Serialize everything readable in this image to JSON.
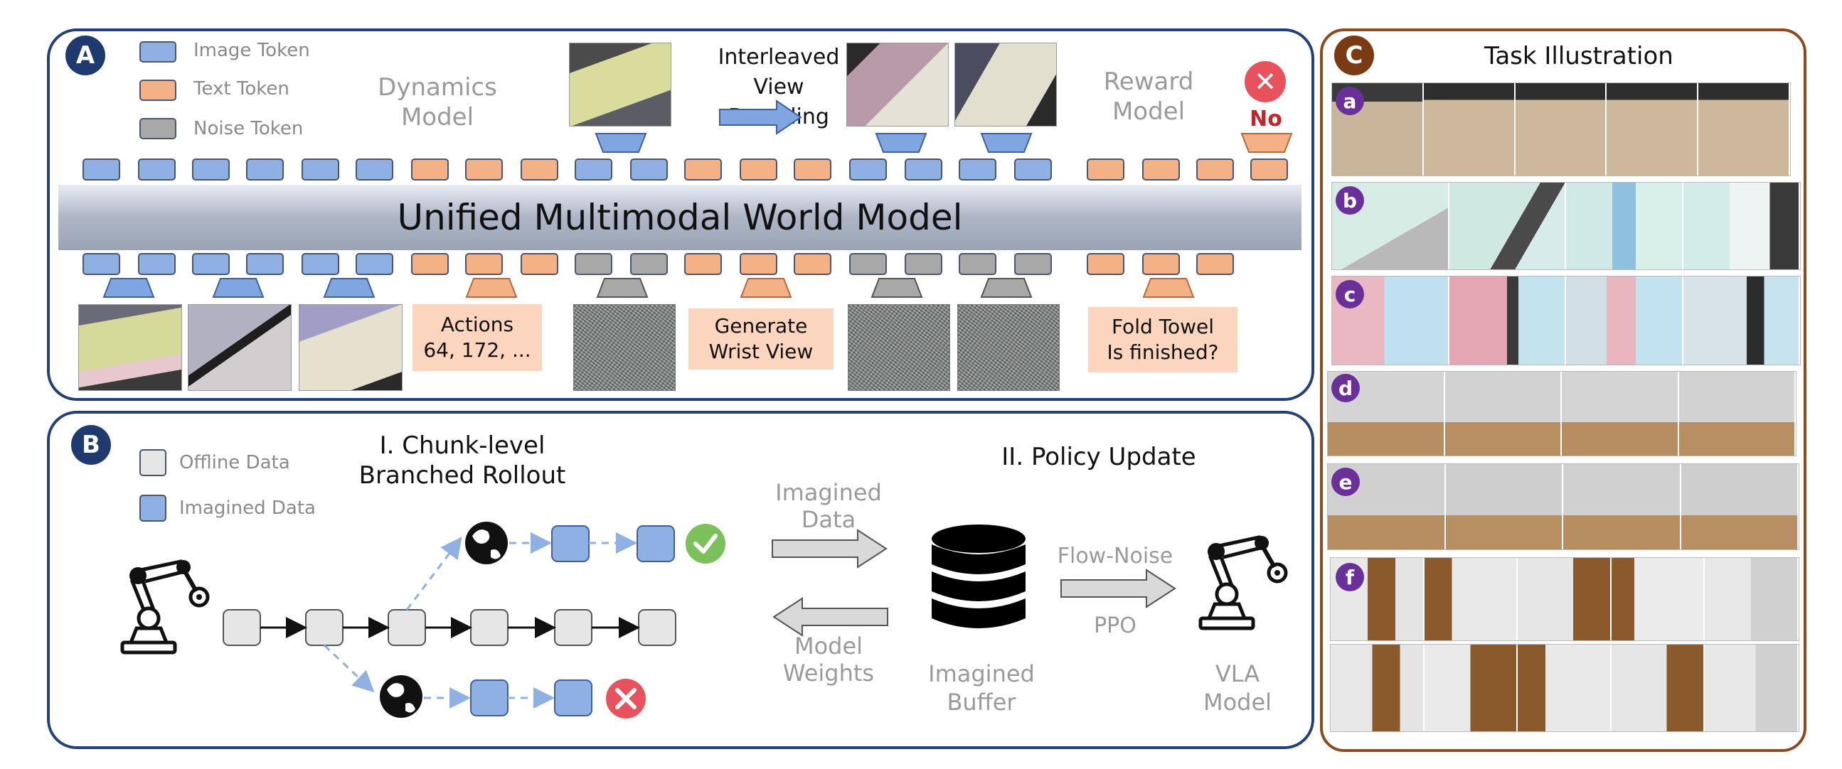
{
  "panel_a": {
    "badge": "A",
    "legend": [
      {
        "label": "Image Token",
        "color": "#8fb0e3"
      },
      {
        "label": "Text Token",
        "color": "#f5b186"
      },
      {
        "label": "Noise Token",
        "color": "#a8a8a8"
      }
    ],
    "dynamics_title": "Dynamics\nModel",
    "interleaved_title": "Interleaved\nView Decoding",
    "reward_title": "Reward\nModel",
    "reward_result": "No",
    "banner": "Unified Multimodal World Model",
    "actions_box": "Actions\n64, 172, ...",
    "wrist_box": "Generate\nWrist View",
    "fold_box": "Fold Towel\nIs finished?"
  },
  "panel_b": {
    "badge": "B",
    "legend": [
      {
        "label": "Offline Data",
        "color": "#e6e6e6"
      },
      {
        "label": "Imagined Data",
        "color": "#8fb0e3"
      }
    ],
    "rollout_title": "I. Chunk-level\nBranched Rollout",
    "policy_title": "II. Policy Update",
    "imagined_data": "Imagined\nData",
    "model_weights": "Model\nWeights",
    "imagined_buffer": "Imagined\nBuffer",
    "flow_noise": "Flow-Noise",
    "ppo": "PPO",
    "vla_model": "VLA\nModel"
  },
  "panel_c": {
    "badge": "C",
    "title": "Task Illustration",
    "rows": [
      "a",
      "b",
      "c",
      "d",
      "e",
      "f"
    ]
  },
  "colors": {
    "panel_ab_border": "#23407a",
    "panel_c_border": "#8b4a1f",
    "badge_ab": "#1f3a6e",
    "badge_c": "#7a3b12",
    "success": "#7cc05a",
    "fail": "#e8525c"
  }
}
